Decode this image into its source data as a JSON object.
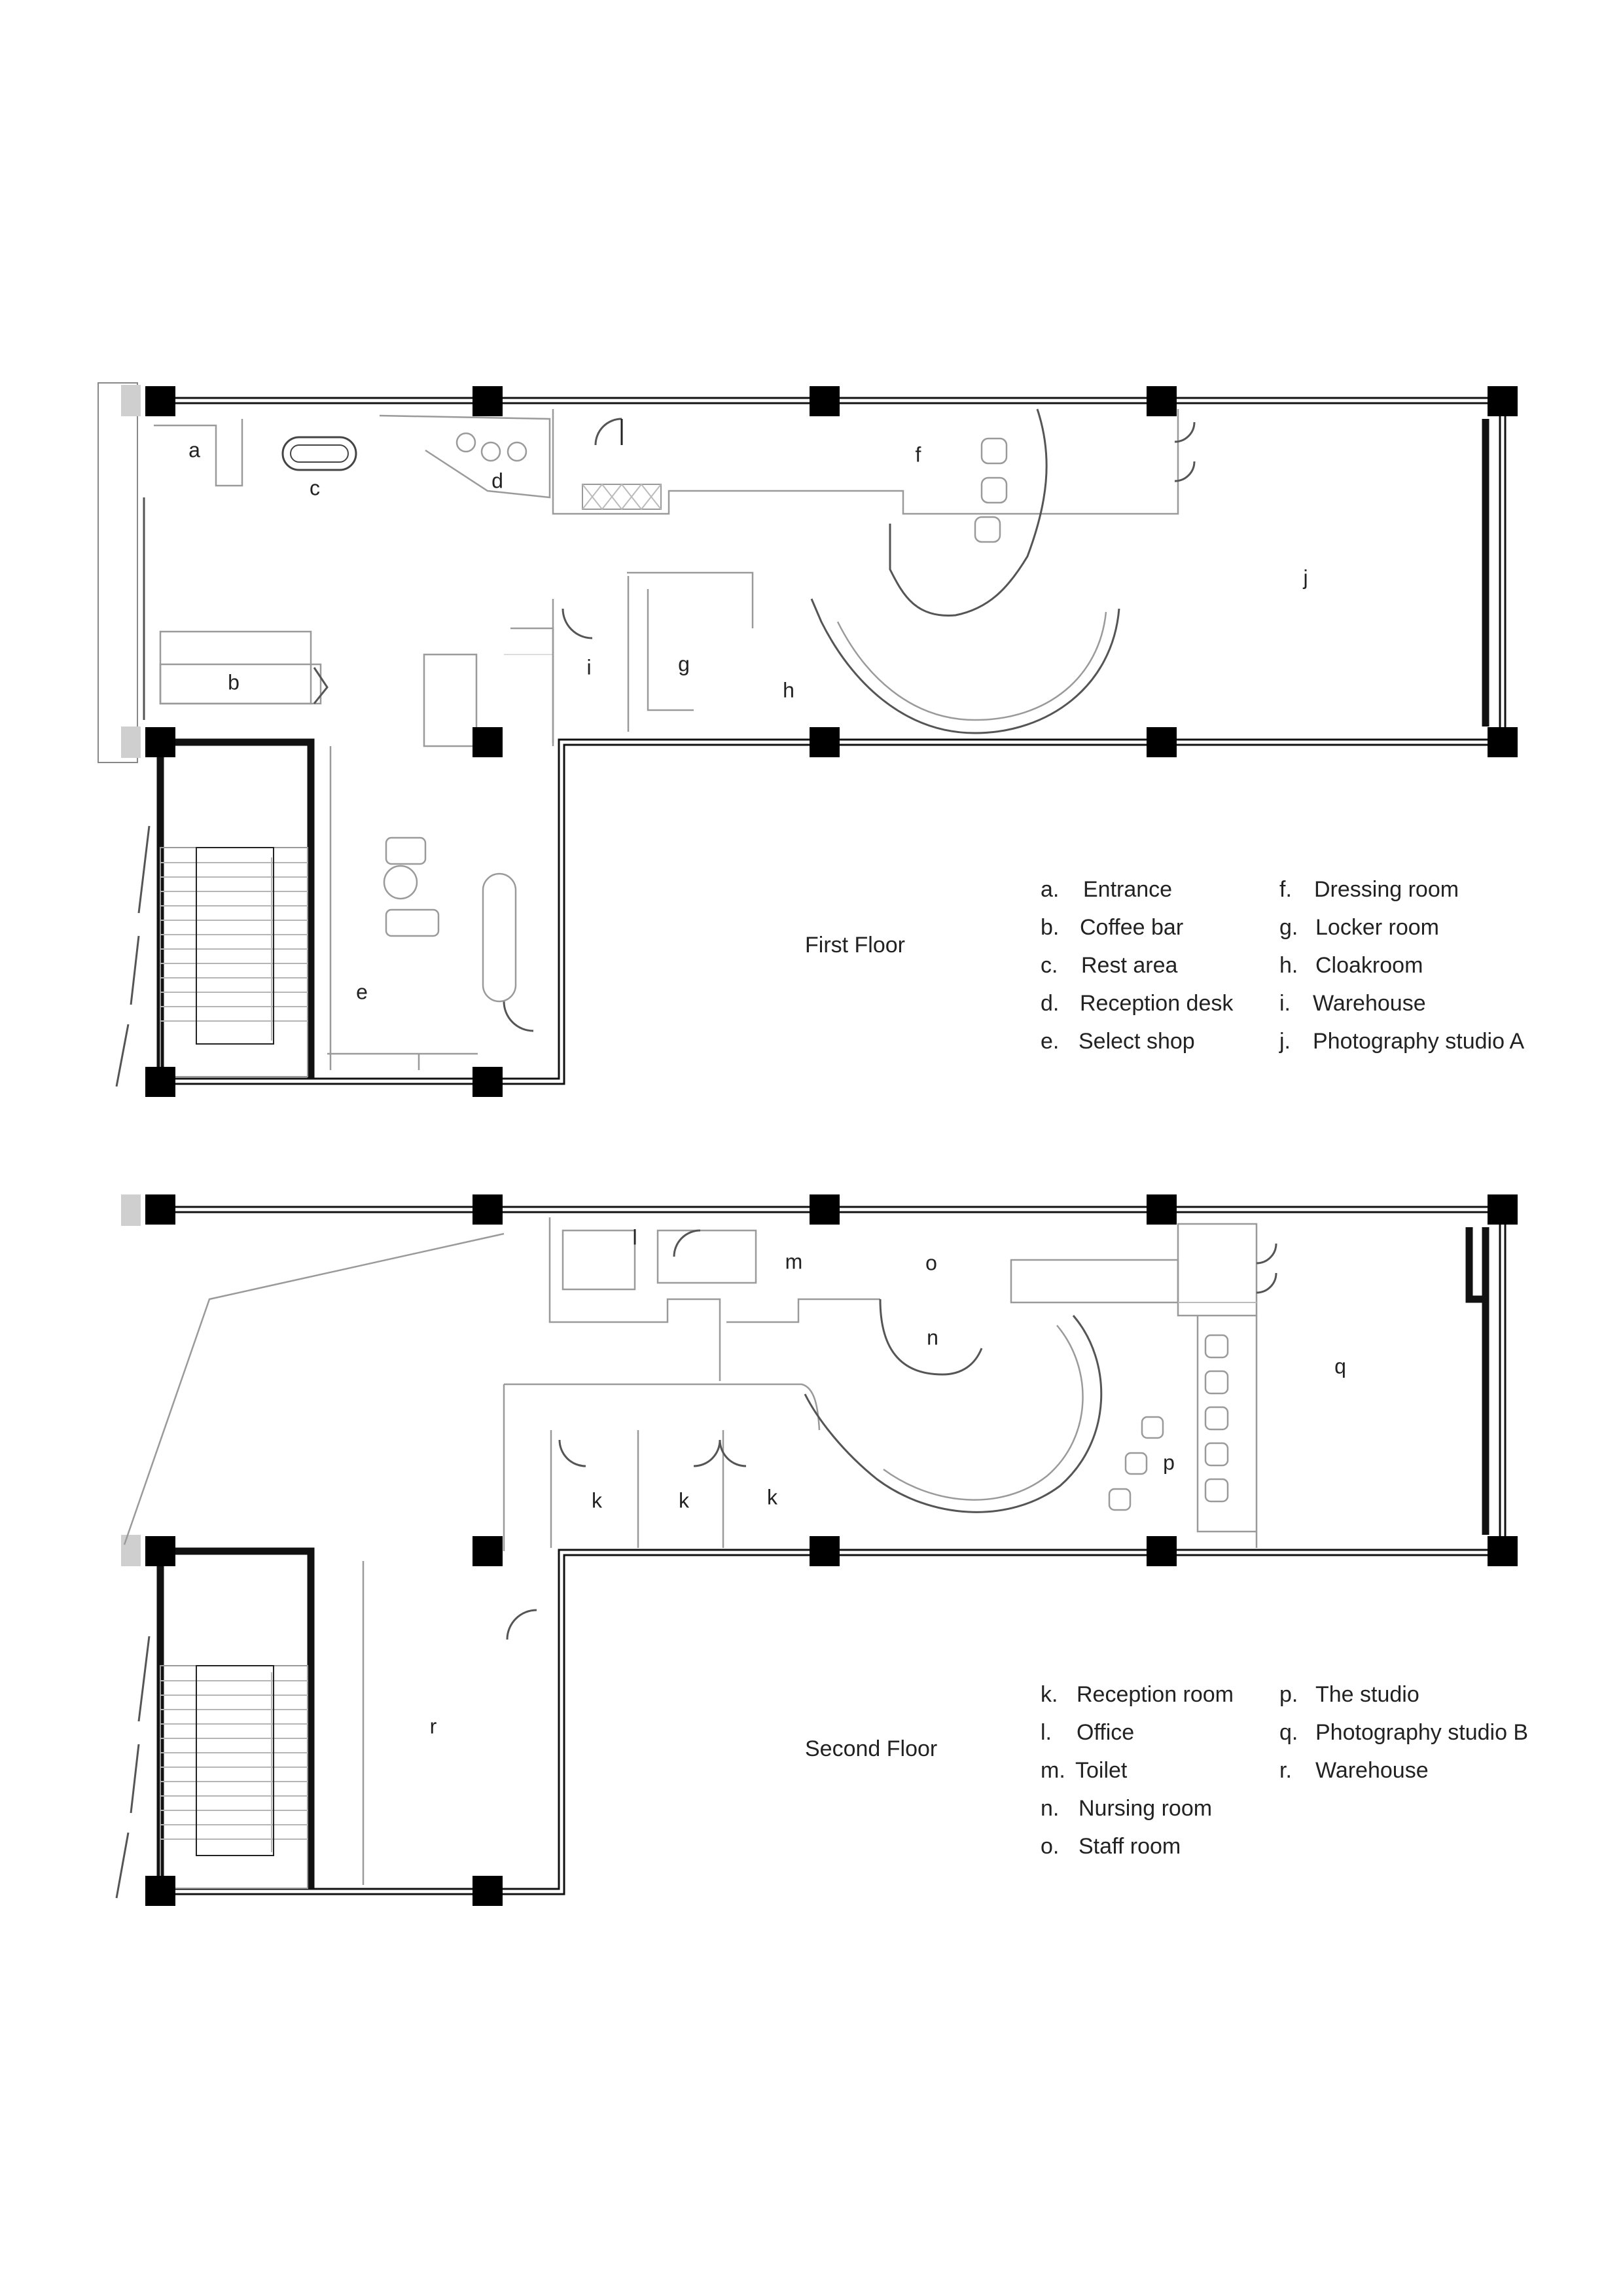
{
  "floors": [
    {
      "title": "First Floor",
      "rooms": [
        {
          "letter": "a"
        },
        {
          "letter": "b"
        },
        {
          "letter": "c"
        },
        {
          "letter": "d"
        },
        {
          "letter": "e"
        },
        {
          "letter": "f"
        },
        {
          "letter": "g"
        },
        {
          "letter": "h"
        },
        {
          "letter": "i"
        },
        {
          "letter": "j"
        }
      ],
      "legend": [
        {
          "key": "a.",
          "name": "Entrance"
        },
        {
          "key": "b.",
          "name": "Coffee bar"
        },
        {
          "key": "c.",
          "name": "Rest area"
        },
        {
          "key": "d.",
          "name": "Reception desk"
        },
        {
          "key": "e.",
          "name": "Select shop"
        },
        {
          "key": "f.",
          "name": "Dressing room"
        },
        {
          "key": "g.",
          "name": "Locker room"
        },
        {
          "key": "h.",
          "name": "Cloakroom"
        },
        {
          "key": "i.",
          "name": "Warehouse"
        },
        {
          "key": "j.",
          "name": "Photography studio A"
        }
      ]
    },
    {
      "title": "Second Floor",
      "rooms": [
        {
          "letter": "l"
        },
        {
          "letter": "m"
        },
        {
          "letter": "o"
        },
        {
          "letter": "n"
        },
        {
          "letter": "q"
        },
        {
          "letter": "p"
        },
        {
          "letter": "k"
        },
        {
          "letter": "k"
        },
        {
          "letter": "k"
        },
        {
          "letter": "r"
        }
      ],
      "legend": [
        {
          "key": "k.",
          "name": "Reception room"
        },
        {
          "key": "l.",
          "name": "Office"
        },
        {
          "key": "m.",
          "name": "Toilet"
        },
        {
          "key": "n.",
          "name": "Nursing room"
        },
        {
          "key": "o.",
          "name": "Staff room"
        },
        {
          "key": "p.",
          "name": "The studio"
        },
        {
          "key": "q.",
          "name": "Photography studio B"
        },
        {
          "key": "r.",
          "name": "Warehouse"
        }
      ]
    }
  ]
}
